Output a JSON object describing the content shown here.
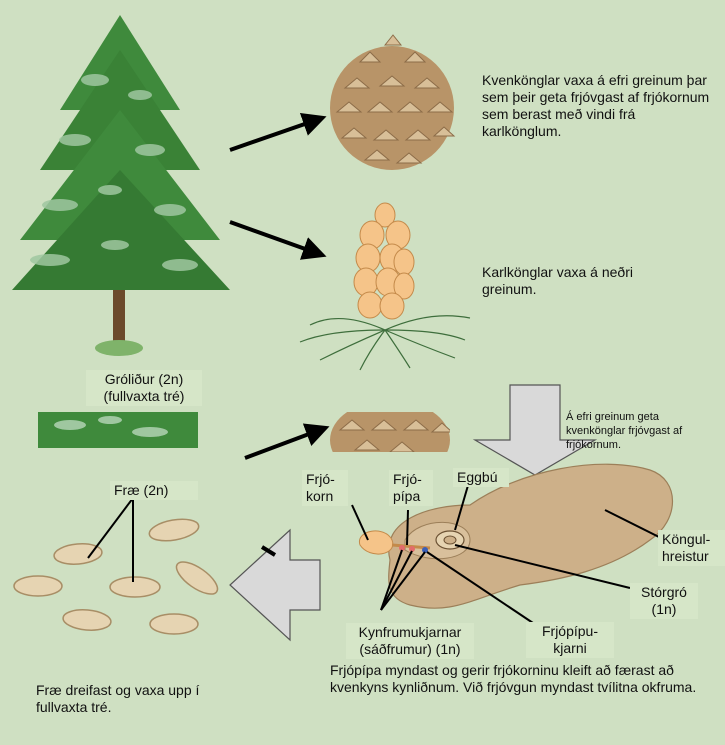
{
  "texts": {
    "female_cone_desc": "Kvenkönglar vaxa á efri greinum þar sem þeir geta frjóvgast af frjókornum sem berast með vindi frá karlkönglum.",
    "male_cone_desc": "Karlkönglar vaxa á neðri greinum.",
    "sporophyte": "Gróliður (2n)\n(fullvaxta tré)",
    "upper_branches_note": "Á efri greinum geta kvenkönglar frjóvgast af frjókornum.",
    "pollen": "Frjó-\nkorn",
    "pollen_tube": "Frjó-\npípa",
    "egg": "Eggbú",
    "cone_scale": "Köngul-\nhreistur",
    "megaspore": "Stórgró\n(1n)",
    "sperm_nuclei": "Kynfrumukjarnar\n(sáðfrumur) (1n)",
    "tube_nucleus": "Frjópípu-\nkjarni",
    "fertilization_desc": "Frjópípa myndast og gerir frjókorninu kleift að færast að kvenkyns kynliðnum. Við frjóvgun myndast tvílitna okfruma.",
    "seed": "Fræ (2n)",
    "seed_dispersal": "Fræ dreifast og vaxa upp í fullvaxta tré."
  },
  "colors": {
    "background": "#cfe0c2",
    "tree_green": "#3f8a3c",
    "tree_light": "#9fc7a0",
    "trunk": "#6b4a2b",
    "cone_brown": "#c2a27a",
    "male_cone": "#f5c489",
    "ovule_tan": "#cdb089",
    "seed_fill": "#e6d4b2",
    "big_arrow": "#d9d9d9"
  }
}
